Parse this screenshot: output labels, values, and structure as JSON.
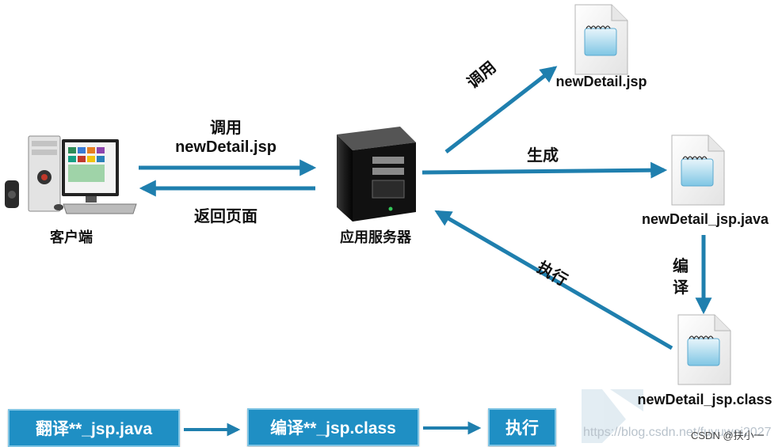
{
  "nodes": {
    "client": {
      "label": "客户端"
    },
    "server": {
      "label": "应用服务器"
    },
    "jsp": {
      "label": "newDetail.jsp"
    },
    "java": {
      "label": "newDetail_jsp.java"
    },
    "class": {
      "label": "newDetail_jsp.class"
    }
  },
  "edges": {
    "request_line1": "调用",
    "request_line2": "newDetail.jsp",
    "response": "返回页面",
    "call": "调用",
    "generate": "生成",
    "compile_1": "编",
    "compile_2": "译",
    "execute": "执行"
  },
  "steps": [
    {
      "label": "翻译**_jsp.java"
    },
    {
      "label": "编译**_jsp.class"
    },
    {
      "label": "执行"
    }
  ],
  "watermark": {
    "url": "https://blog.csdn.net/fuyuwei2027",
    "credit": "CSDN @扶小一"
  },
  "colors": {
    "arrow": "#1f7fae",
    "step_fill": "#1f8fc4"
  }
}
